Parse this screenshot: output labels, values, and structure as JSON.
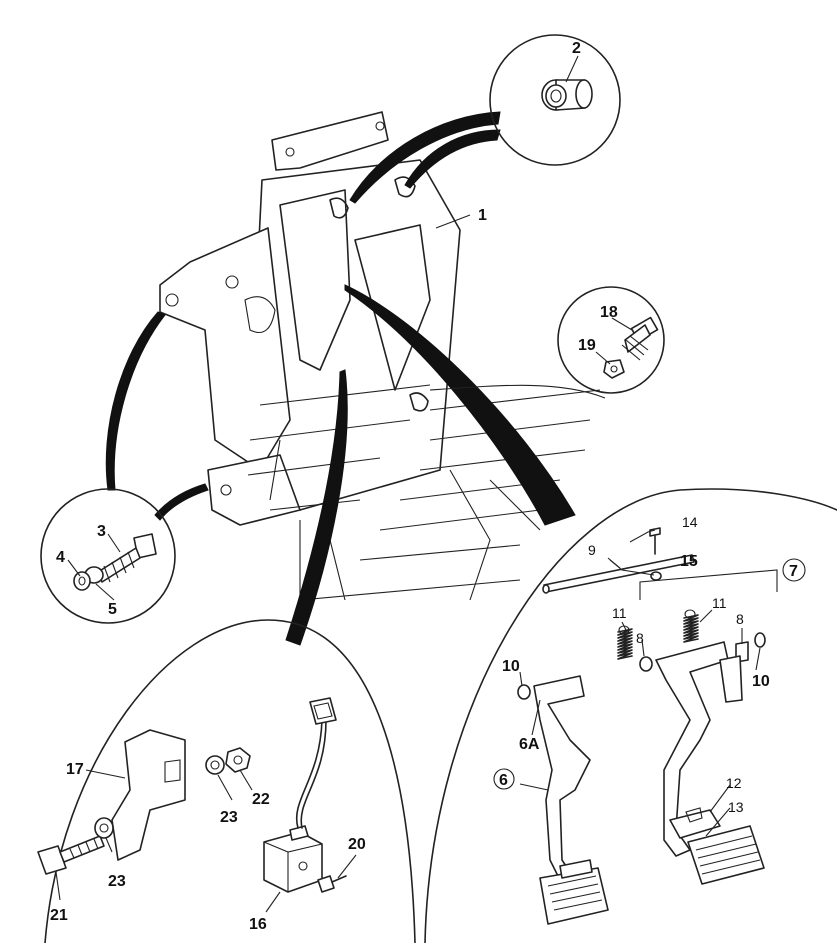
{
  "callouts": {
    "c1": "1",
    "c2": "2",
    "c3": "3",
    "c4": "4",
    "c5": "5",
    "c6": "6",
    "c6a": "6A",
    "c7": "7",
    "c8a": "8",
    "c8b": "8",
    "c9": "9",
    "c10a": "10",
    "c10b": "10",
    "c11a": "11",
    "c11b": "11",
    "c12": "12",
    "c13": "13",
    "c14": "14",
    "c15": "15",
    "c16": "16",
    "c17": "17",
    "c18": "18",
    "c19": "19",
    "c20": "20",
    "c21": "21",
    "c22": "22",
    "c23a": "23",
    "c23b": "23"
  },
  "colors": {
    "line": "#222222",
    "background": "#ffffff"
  }
}
